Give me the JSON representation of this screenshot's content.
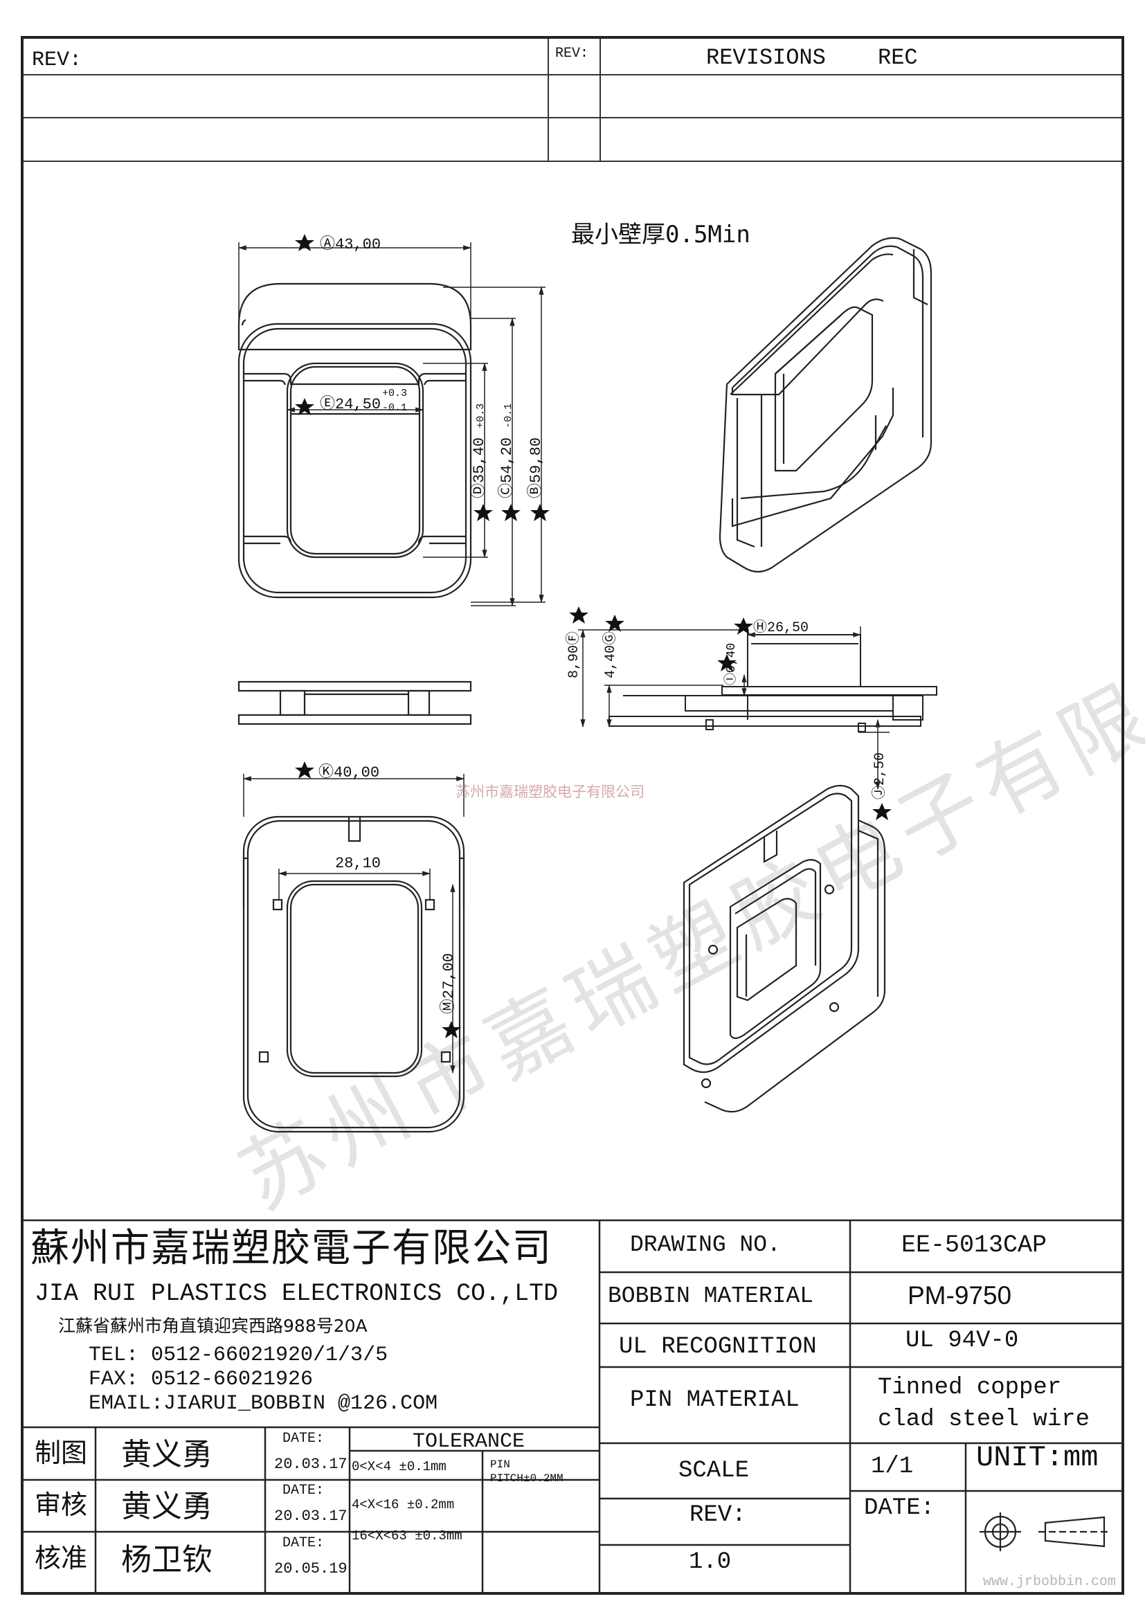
{
  "revision_block": {
    "rev_left_label": "REV:",
    "rev_mid_label": "REV:",
    "revisions_label": "REVISIONS",
    "rec_label": "REC"
  },
  "drawing": {
    "note": "最小壁厚0.5Min",
    "dims": {
      "A": "43,00",
      "E": "24,50",
      "E_tol_plus": "+0.3",
      "E_tol_minus": "-0.1",
      "D": "35,40",
      "D_tol": "+0.3",
      "C": "54,20",
      "C_tol": "-0.1",
      "B": "59,80",
      "F": "8,90",
      "G": "4,40",
      "H": "26,50",
      "I": "0,40",
      "J": "2,50",
      "K": "40,00",
      "L": "28,10",
      "M": "27,00"
    },
    "watermark_center": "苏州市嘉瑞塑胶电子有限公司",
    "watermark_diagonal": "苏州市嘉瑞塑胶电子有限公司"
  },
  "title_block": {
    "company_cn": "蘇州市嘉瑞塑胶電子有限公司",
    "company_en": "JIA RUI PLASTICS ELECTRONICS CO.,LTD",
    "address": "江蘇省蘇州市角直镇迎宾西路988号20A",
    "tel": "TEL: 0512-66021920/1/3/5",
    "fax": "FAX: 0512-66021926",
    "email": "EMAIL:JIARUI_BOBBIN @126.COM",
    "drawing_no_label": "DRAWING  NO.",
    "drawing_no": "EE-5013CAP",
    "bobbin_material_label": "BOBBIN  MATERIAL",
    "bobbin_material": "PM-9750",
    "ul_label": "UL RECOGNITION",
    "ul_value": "UL 94V-0",
    "pin_material_label": "PIN MATERIAL",
    "pin_material_line1": "Tinned copper",
    "pin_material_line2": "clad steel wire",
    "scale_label": "SCALE",
    "scale_value": "1/1",
    "unit": "UNIT:mm",
    "date_label": "DATE:",
    "rev_label": "REV:",
    "rev_value": "1.0",
    "signoffs": [
      {
        "role": "制图",
        "name": "黄义勇",
        "date_label": "DATE:",
        "date": "20.03.17"
      },
      {
        "role": "审核",
        "name": "黄义勇",
        "date_label": "DATE:",
        "date": "20.03.17"
      },
      {
        "role": "核准",
        "name": "杨卫钦",
        "date_label": "DATE:",
        "date": "20.05.19"
      }
    ],
    "tolerance_label": "TOLERANCE",
    "tolerances": [
      "0<X<4  ±0.1mm",
      "4<X<16 ±0.2mm",
      "16<X<63 ±0.3mm"
    ],
    "pin_pitch_line1": "PIN",
    "pin_pitch_line2": "PITCH±0.2MM"
  },
  "footer": {
    "url": "www.jrbobbin.com"
  }
}
